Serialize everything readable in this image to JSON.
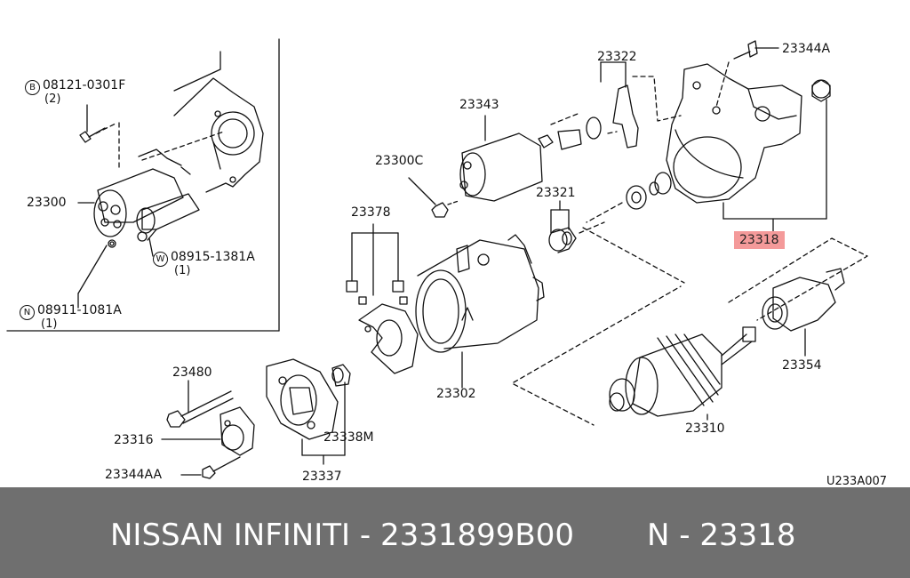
{
  "diagram": {
    "drawing_code": "U233A007",
    "highlighted_part": "23318",
    "highlight_color": "#f49a9a",
    "inset_labels": {
      "bolt_callout_letter": "B",
      "bolt_part": "08121-0301F",
      "bolt_qty": "(2)",
      "starter_assy": "23300",
      "washer_callout_letter": "W",
      "washer_part": "08915-1381A",
      "washer_qty": "(1)",
      "nut_callout_letter": "N",
      "nut_part": "08911-1081A",
      "nut_qty": "(1)"
    },
    "part_labels": {
      "p23322": "23322",
      "p23344A": "23344A",
      "p23343": "23343",
      "p23300C": "23300C",
      "p23321": "23321",
      "p23318": "23318",
      "p23378": "23378",
      "p23302": "23302",
      "p23354": "23354",
      "p23480": "23480",
      "p23310": "23310",
      "p23316": "23316",
      "p23338M": "23338M",
      "p23344AA": "23344AA",
      "p23337": "23337"
    }
  },
  "footer": {
    "left_text": "NISSAN INFINITI - 2331899B00",
    "right_text": "N - 23318",
    "background": "#6f6f6f",
    "text_color": "#ffffff"
  }
}
